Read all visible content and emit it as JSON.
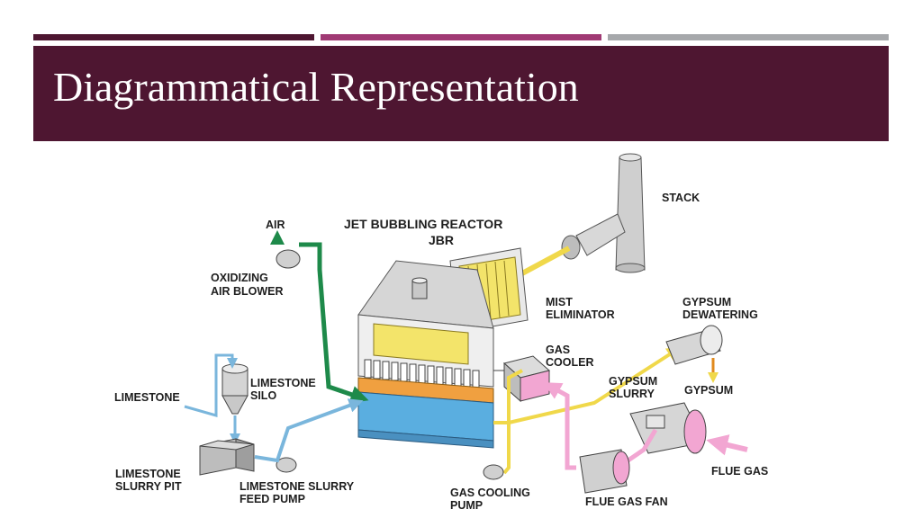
{
  "slide": {
    "title": "Diagrammatical Representation"
  },
  "diagram": {
    "labels": {
      "stack": "STACK",
      "jbr_title_line1": "JET BUBBLING REACTOR",
      "jbr_title_line2": "JBR",
      "air": "AIR",
      "oxidizing_line1": "OXIDIZING",
      "oxidizing_line2": "AIR BLOWER",
      "mist_line1": "MIST",
      "mist_line2": "ELIMINATOR",
      "gypsum_dew_line1": "GYPSUM",
      "gypsum_dew_line2": "DEWATERING",
      "gas_cooler_line1": "GAS",
      "gas_cooler_line2": "COOLER",
      "gypsum_slurry_line1": "GYPSUM",
      "gypsum_slurry_line2": "SLURRY",
      "gypsum": "GYPSUM",
      "limestone": "LIMESTONE",
      "limestone_silo_line1": "LIMESTONE",
      "limestone_silo_line2": "SILO",
      "slurry_pit_line1": "LIMESTONE",
      "slurry_pit_line2": "SLURRY PIT",
      "feed_pump_line1": "LIMESTONE SLURRY",
      "feed_pump_line2": "FEED PUMP",
      "gas_cooling_line1": "GAS COOLING",
      "gas_cooling_line2": "PUMP",
      "flue_gas_fan": "FLUE GAS FAN",
      "flue_gas": "FLUE GAS"
    },
    "colors": {
      "air_pipe": "#1e8a4a",
      "limestone_pipe": "#7ab6dc",
      "gas_pipe": "#f0d84a",
      "flue_pipe": "#f2a6d2",
      "gypsum_arrow": "#e08a1e",
      "water": "#5aaee0",
      "equipment": "#c8c8c8"
    }
  }
}
